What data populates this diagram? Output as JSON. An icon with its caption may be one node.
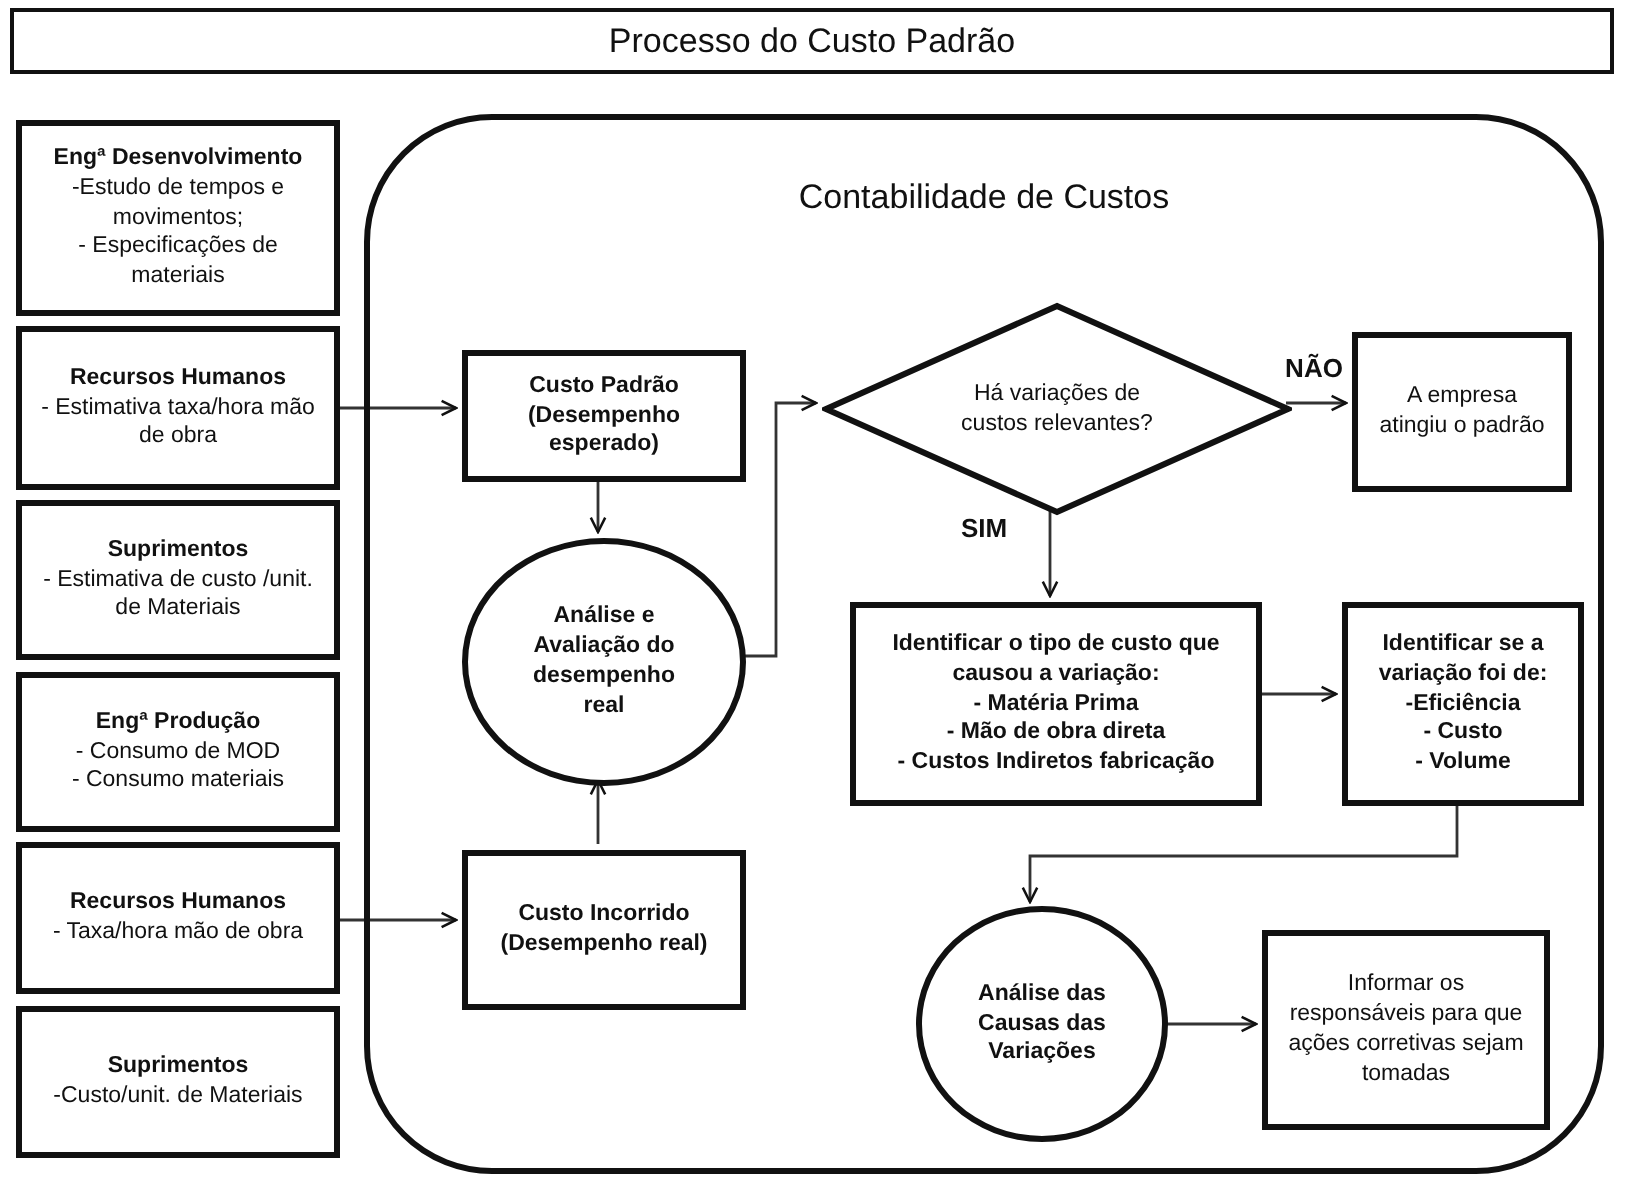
{
  "diagram": {
    "title": "Processo do Custo Padrão",
    "nodes": [
      {
        "text": [
          "Engª Desenvolvimento",
          "-Estudo de tempos e movimentos;",
          "- Especificações de materiais"
        ]
      },
      {
        "text": [
          "Recursos Humanos",
          "- Estimativa taxa/hora mão de obra"
        ]
      },
      {
        "text": [
          "Suprimentos",
          "- Estimativa de custo /unit. de Materiais"
        ]
      },
      {
        "text": [
          "Engª Produção",
          "- Consumo de MOD",
          "- Consumo materiais"
        ]
      },
      {
        "text": [
          "Recursos Humanos",
          "- Taxa/hora mão de obra"
        ]
      },
      {
        "text": [
          "Suprimentos",
          "-Custo/unit. de Materiais"
        ]
      },
      {
        "text": [
          "Contabilidade de Custos"
        ]
      },
      {
        "text": [
          "Custo Padrão (Desempenho esperado)"
        ],
        "in": 6
      },
      {
        "text": [
          "Análise e Avaliação do desempenho real"
        ],
        "in": 6
      },
      {
        "text": [
          "Custo Incorrido (Desempenho real)"
        ],
        "in": 6
      },
      {
        "text": [
          "Há variações de custos relevantes?"
        ],
        "in": 6
      },
      {
        "text": [
          "A empresa atingiu o padrão"
        ],
        "in": 6
      },
      {
        "text": [
          "Identificar o tipo de custo que causou a variação:",
          "- Matéria Prima",
          "- Mão de obra direta",
          "- Custos Indiretos fabricação"
        ],
        "in": 6
      },
      {
        "text": [
          "Identificar se a variação foi de:",
          "-Eficiência",
          "- Custo",
          "- Volume"
        ],
        "in": 6
      },
      {
        "text": [
          "Análise das Causas das Variações"
        ],
        "in": 6
      },
      {
        "text": [
          "Informar os responsáveis para que ações corretivas sejam tomadas"
        ],
        "in": 6
      }
    ],
    "edges": [
      {
        "from": 1,
        "to": 7,
        "arrow": "to"
      },
      {
        "from": 4,
        "to": 9,
        "arrow": "to"
      },
      {
        "from": 7,
        "to": 8,
        "arrow": "to"
      },
      {
        "from": 9,
        "to": 8,
        "arrow": "to"
      },
      {
        "from": 8,
        "to": 10,
        "arrow": "to"
      },
      {
        "from": 10,
        "to": 11,
        "arrow": "to",
        "label": "NÃO"
      },
      {
        "from": 10,
        "to": 12,
        "arrow": "to",
        "label": "SIM"
      },
      {
        "from": 12,
        "to": 13,
        "arrow": "to"
      },
      {
        "from": 13,
        "to": 14,
        "arrow": "to"
      },
      {
        "from": 14,
        "to": 15,
        "arrow": "to"
      }
    ]
  }
}
